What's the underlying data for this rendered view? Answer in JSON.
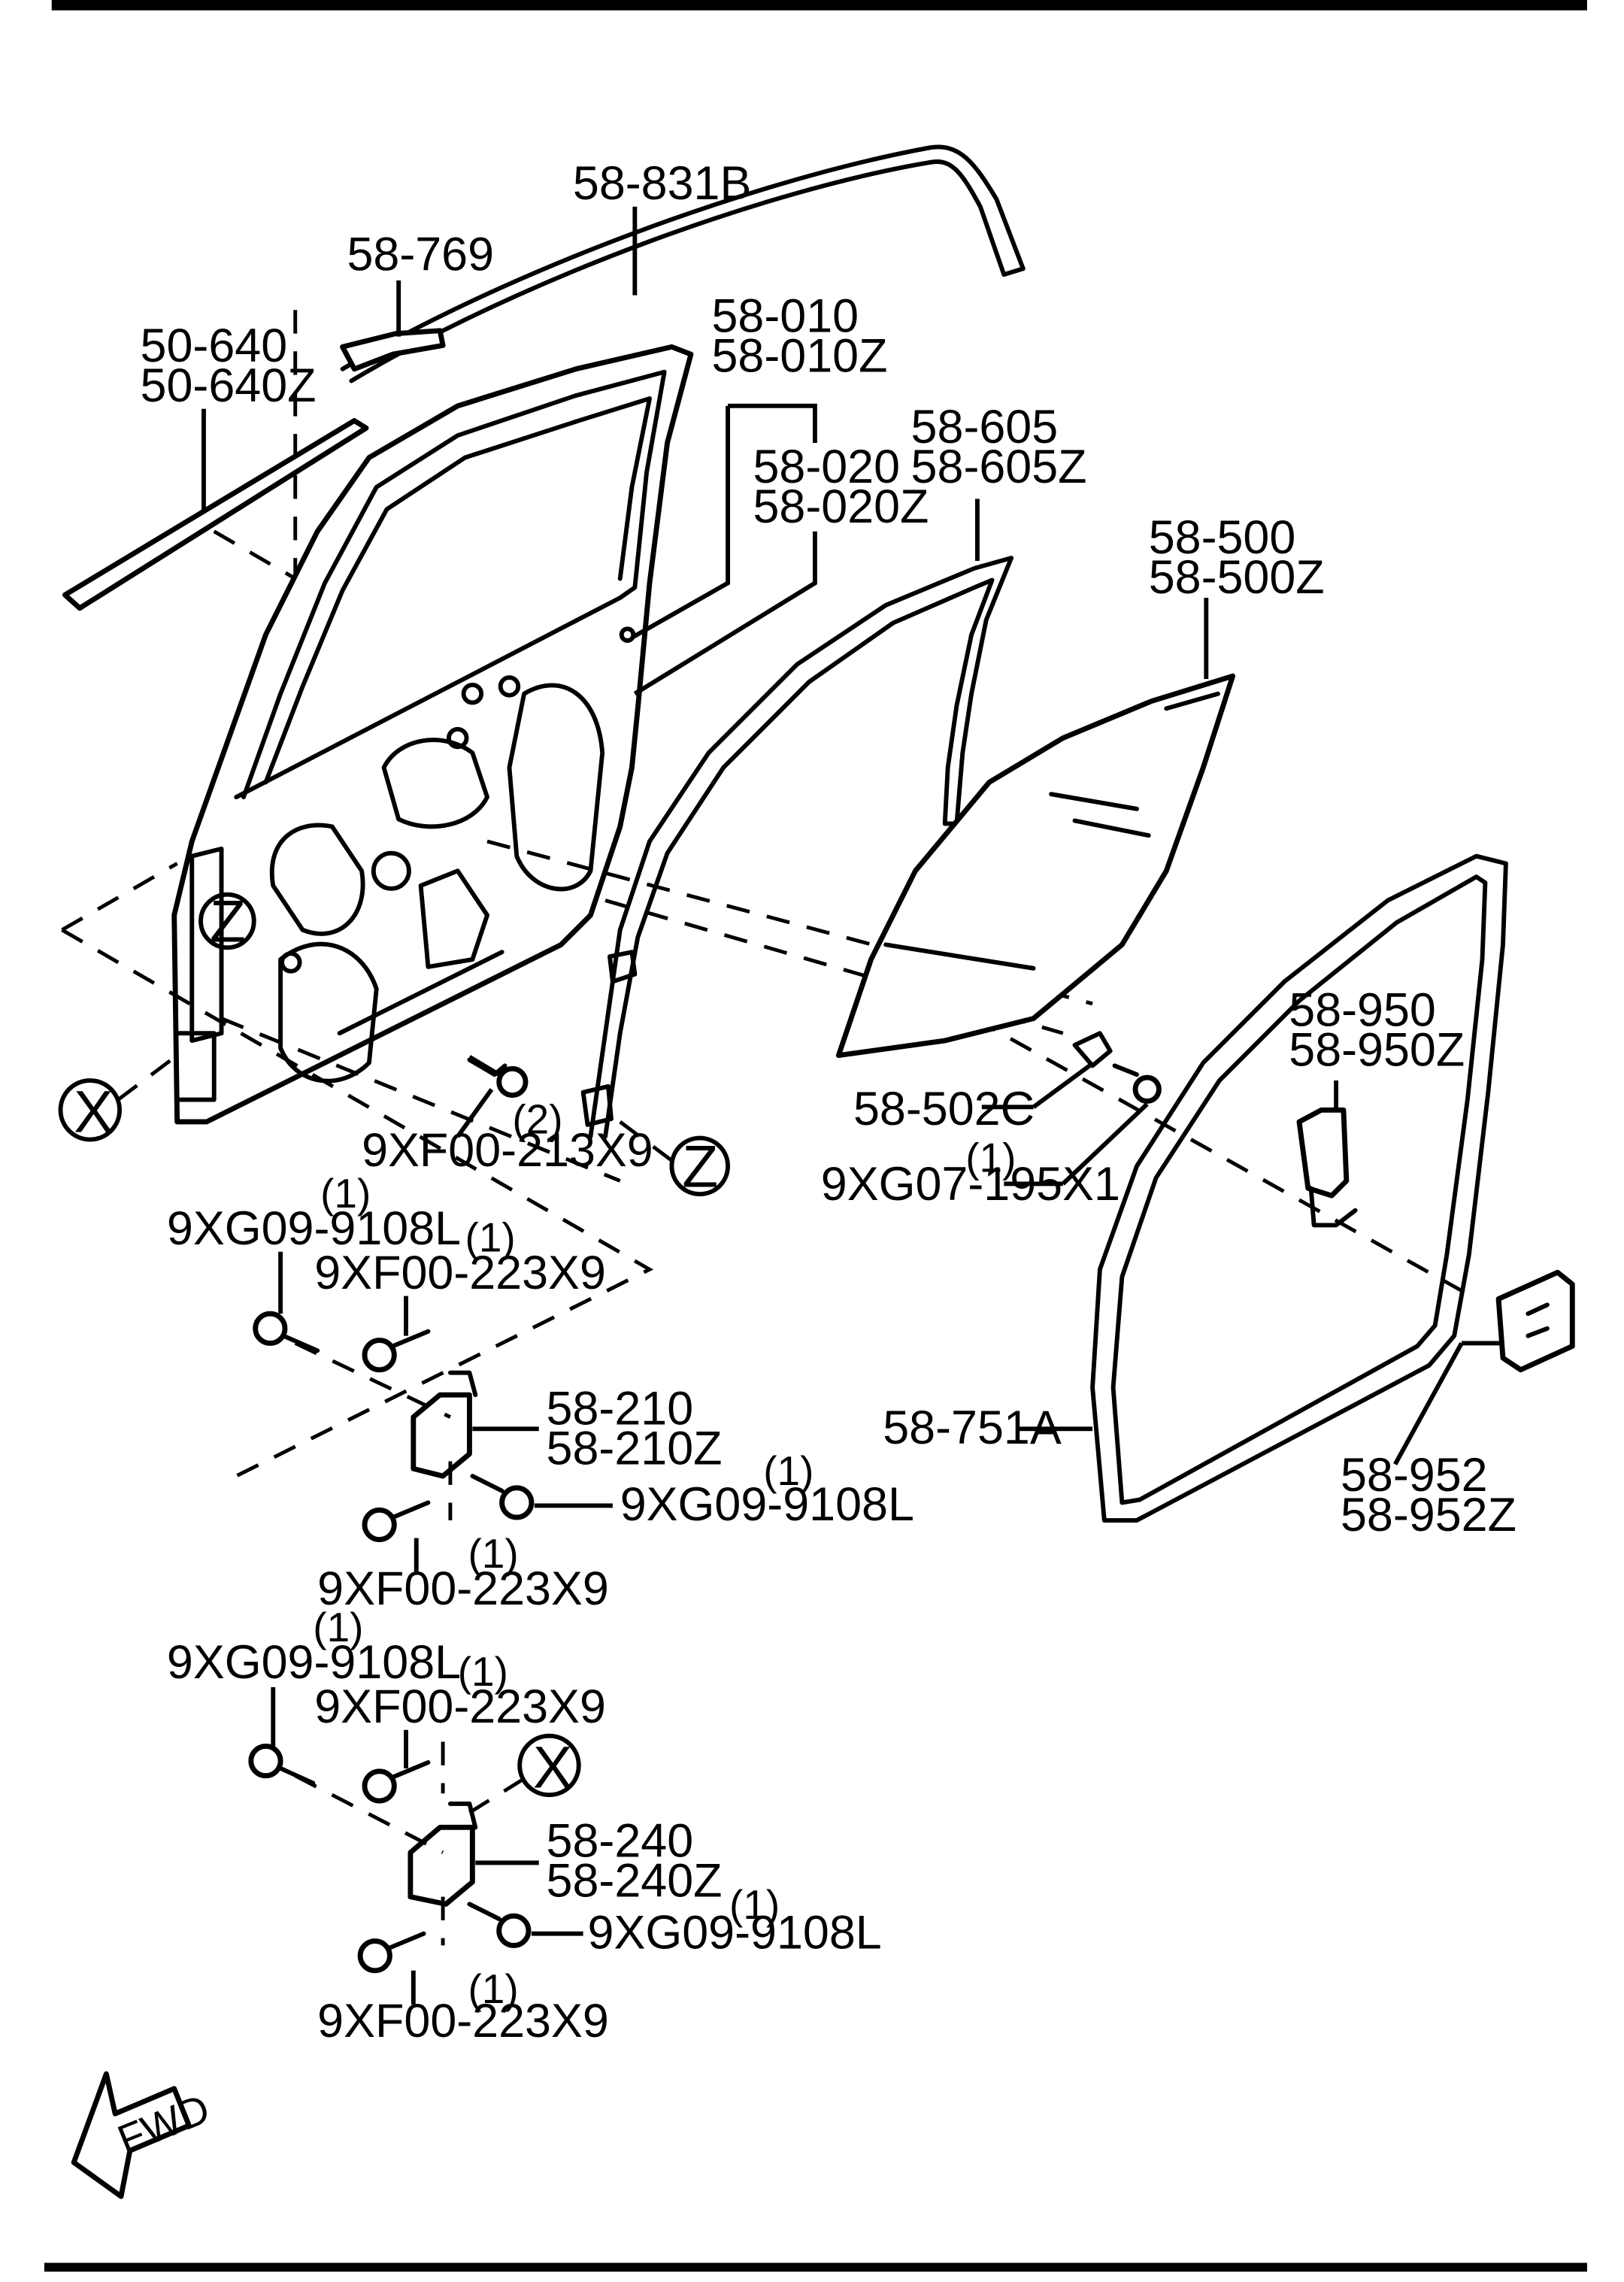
{
  "diagram": {
    "labels": {
      "weatherstrip_top": "58-831B",
      "molding_mount": "58-769",
      "belt_molding": [
        "50-640",
        "50-640Z"
      ],
      "door_panel": [
        "58-010",
        "58-010Z"
      ],
      "door_panel_alt": [
        "58-020",
        "58-020Z"
      ],
      "glass_run_channel": [
        "58-605",
        "58-605Z"
      ],
      "door_glass": [
        "58-500",
        "58-500Z"
      ],
      "glass_bracket": "58-502C",
      "glass_bolt": "9XG07-195X1",
      "glass_bolt_qty": "(1)",
      "door_bolt": "9XF00-213X9",
      "door_bolt_qty": "(2)",
      "door_weatherstrip": "58-751A",
      "check_link": [
        "58-950",
        "58-950Z"
      ],
      "latch": [
        "58-952",
        "58-952Z"
      ],
      "upper_hinge": [
        "58-210",
        "58-210Z"
      ],
      "lower_hinge": [
        "58-240",
        "58-240Z"
      ],
      "upper_hinge_bolt_a": "9XG09-9108L",
      "upper_hinge_bolt_b": "9XF00-223X9",
      "upper_hinge_bolt_c": "9XG09-9108L",
      "upper_hinge_bolt_d": "9XF00-223X9",
      "lower_hinge_bolt_a": "9XG09-9108L",
      "lower_hinge_bolt_b": "9XF00-223X9",
      "lower_hinge_bolt_c": "9XG09-9108L",
      "lower_hinge_bolt_d": "9XF00-223X9",
      "qty_one": "(1)"
    },
    "callouts": {
      "z": "Z",
      "x": "X"
    },
    "fwd_label": "FWD"
  }
}
